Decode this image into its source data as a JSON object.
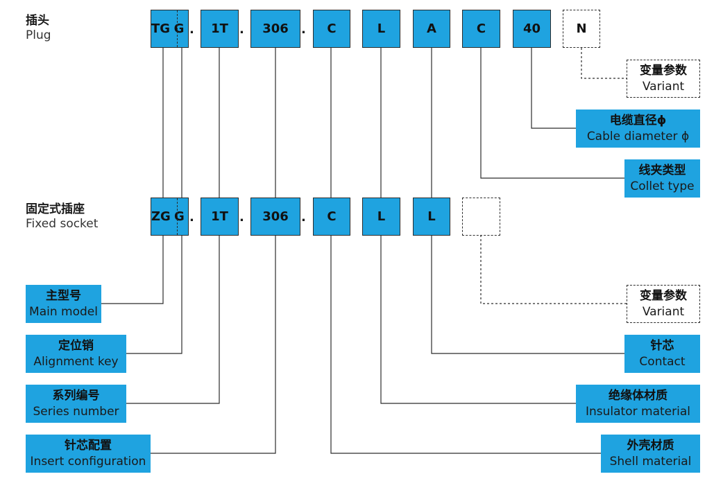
{
  "plug": {
    "zh": "插头",
    "en": "Plug"
  },
  "socket": {
    "zh": "固定式插座",
    "en": "Fixed socket"
  },
  "separators": {
    "dot": "."
  },
  "plug_codes": {
    "c1a": "TG",
    "c1b": "G",
    "c2": "1T",
    "c3": "306",
    "c4": "C",
    "c5": "L",
    "c6": "A",
    "c7": "C",
    "c8": "40",
    "c9": "N"
  },
  "socket_codes": {
    "c1a": "ZG",
    "c1b": "G",
    "c2": "1T",
    "c3": "306",
    "c4": "C",
    "c5": "L",
    "c6": "L",
    "c7": ""
  },
  "labels": {
    "main_model": {
      "zh": "主型号",
      "en": "Main model"
    },
    "alignment_key": {
      "zh": "定位销",
      "en": "Alignment key"
    },
    "series_number": {
      "zh": "系列编号",
      "en": "Series number"
    },
    "insert_configuration": {
      "zh": "针芯配置",
      "en": "Insert configuration"
    },
    "plug_variant": {
      "zh": "变量参数",
      "en": "Variant"
    },
    "cable_diameter": {
      "zh": "电缆直径ϕ",
      "en": "Cable diameter ϕ"
    },
    "collet_type": {
      "zh": "线夹类型",
      "en": "Collet type"
    },
    "socket_variant": {
      "zh": "变量参数",
      "en": "Variant"
    },
    "contact": {
      "zh": "针芯",
      "en": "Contact"
    },
    "insulator_material": {
      "zh": "绝缘体材质",
      "en": "Insulator material"
    },
    "shell_material": {
      "zh": "外壳材质",
      "en": "Shell material"
    }
  },
  "colors": {
    "accent": "#1fa3e0",
    "line": "#2b2b2b"
  }
}
